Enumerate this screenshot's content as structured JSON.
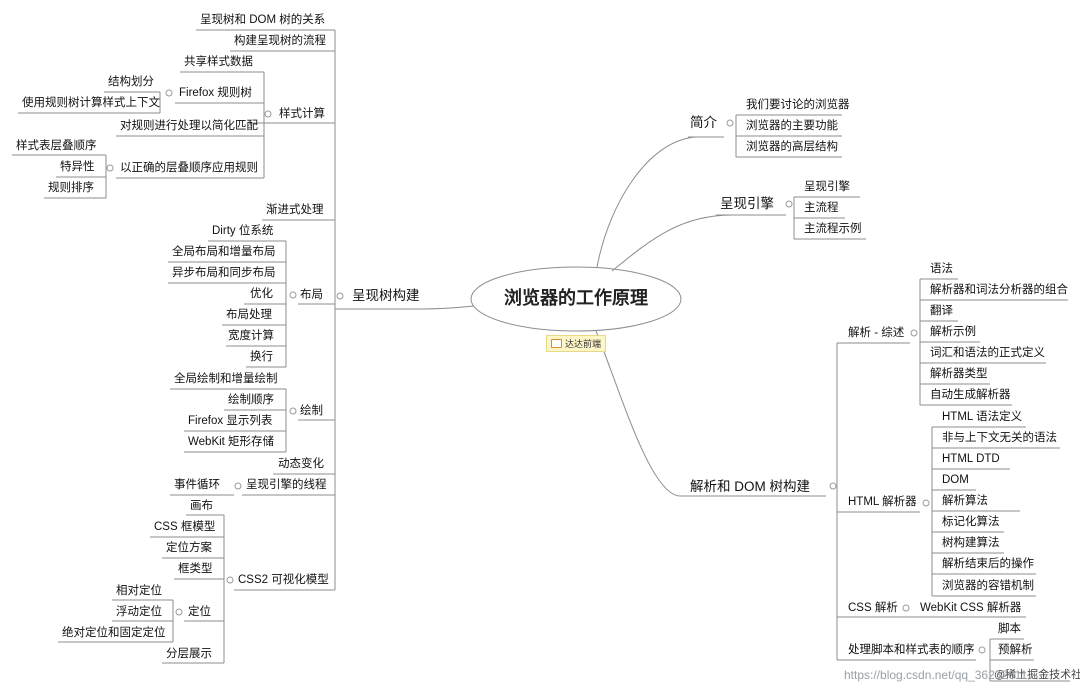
{
  "root": {
    "title": "浏览器的工作原理",
    "tag": "达达前端"
  },
  "left": {
    "render_tree": {
      "label": "呈现树构建",
      "relation": "呈现树和 DOM 树的关系",
      "build_flow": "构建呈现树的流程",
      "style": {
        "label": "样式计算",
        "share": "共享样式数据",
        "firefox": {
          "label": "Firefox 规则树",
          "c1": "结构划分",
          "c2": "使用规则树计算样式上下文"
        },
        "simplify": "对规则进行处理以简化匹配",
        "cascade": {
          "label": "以正确的层叠顺序应用规则",
          "c1": "样式表层叠顺序",
          "c2": "特异性",
          "c3": "规则排序"
        }
      },
      "progressive": "渐进式处理",
      "layout": {
        "label": "布局",
        "items": [
          "Dirty 位系统",
          "全局布局和增量布局",
          "异步布局和同步布局",
          "优化",
          "布局处理",
          "宽度计算",
          "换行"
        ]
      },
      "paint": {
        "label": "绘制",
        "items": [
          "全局绘制和增量绘制",
          "绘制顺序",
          "Firefox 显示列表",
          "WebKit 矩形存储"
        ]
      },
      "dynamic": "动态变化",
      "thread": {
        "label": "呈现引擎的线程",
        "c1": "事件循环"
      },
      "css2": {
        "label": "CSS2 可视化模型",
        "canvas": "画布",
        "box": "CSS 框模型",
        "scheme": "定位方案",
        "boxtype": "框类型",
        "position": {
          "label": "定位",
          "c1": "相对定位",
          "c2": "浮动定位",
          "c3": "绝对定位和固定定位"
        },
        "layers": "分层展示"
      }
    }
  },
  "right": {
    "intro": {
      "label": "简介",
      "items": [
        "我们要讨论的浏览器",
        "浏览器的主要功能",
        "浏览器的高层结构"
      ]
    },
    "engine": {
      "label": "呈现引擎",
      "items": [
        "呈现引擎",
        "主流程",
        "主流程示例"
      ]
    },
    "parse": {
      "label": "解析和 DOM 树构建",
      "overview": {
        "label": "解析 - 综述",
        "items": [
          "语法",
          "解析器和词法分析器的组合",
          "翻译",
          "解析示例",
          "词汇和语法的正式定义",
          "解析器类型",
          "自动生成解析器"
        ]
      },
      "html": {
        "label": "HTML 解析器",
        "items": [
          "HTML 语法定义",
          "非与上下文无关的语法",
          "HTML DTD",
          "DOM",
          "解析算法",
          "标记化算法",
          "树构建算法",
          "解析结束后的操作",
          "浏览器的容错机制"
        ]
      },
      "css": {
        "label": "CSS 解析",
        "c1": "WebKit CSS 解析器"
      },
      "scripts": {
        "label": "处理脚本和样式表的顺序",
        "c1": "脚本",
        "c2": "预解析",
        "c3": "@稀土掘金技术社区"
      }
    }
  },
  "watermark": "https://blog.csdn.net/qq_36232611",
  "colors": {
    "line": "#8c8c8c",
    "tag_bg": "#fff6c8",
    "text": "#111111"
  }
}
